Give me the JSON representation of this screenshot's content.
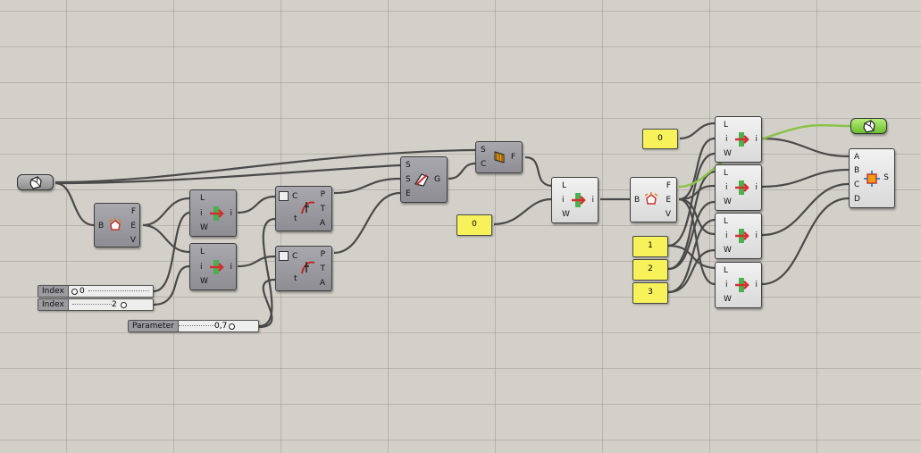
{
  "components": {
    "deconstruct_brep": {
      "inputs": [
        "B"
      ],
      "outputs": [
        "F",
        "E",
        "V"
      ]
    },
    "list_item": {
      "inputs": [
        "L",
        "i",
        "W"
      ],
      "output": "i"
    },
    "curve_eval": {
      "inputs": [
        "C",
        "t"
      ],
      "outputs": [
        "P",
        "T",
        "A"
      ]
    },
    "shortest_walk": {
      "inputs": [
        "S",
        "S",
        "E"
      ],
      "output": "G"
    },
    "ruled_surface": {
      "inputs": [
        "S",
        "C"
      ],
      "output": "F"
    },
    "merge": {
      "inputs": [
        "A",
        "B",
        "C",
        "D"
      ],
      "output": "S"
    }
  },
  "sliders": [
    {
      "name": "Index",
      "value": "0"
    },
    {
      "name": "Index",
      "value": "2"
    },
    {
      "name": "Parameter",
      "value": "0,7"
    }
  ],
  "panels": [
    "0",
    "0",
    "1",
    "2",
    "3"
  ],
  "colors": {
    "canvas": "#d3d0c9",
    "wire": "#4a4a4a",
    "selected_wire": "#8bc34a",
    "panel": "#f7f25a"
  }
}
